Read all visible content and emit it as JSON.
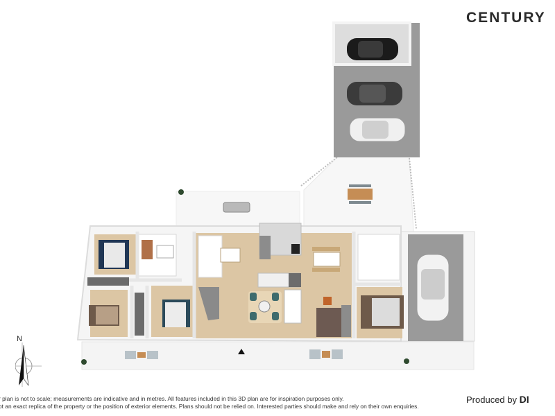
{
  "brand": {
    "logo_text": "CENTURY"
  },
  "compass": {
    "north_label": "N"
  },
  "disclaimer": {
    "line1": "r plan is not to scale; measurements are indicative and in metres. All features included in this 3D plan are for inspiration purposes only.",
    "line2": "ot an exact replica of the property or the position of exterior elements. Plans should not be relied on. Interested parties should make and rely on their own enquiries."
  },
  "producer": {
    "prefix": "Produced by",
    "brand": "DI"
  },
  "colors": {
    "wall": "#f5f5f5",
    "floor_wood": "#dcc6a4",
    "floor_tile": "#ffffff",
    "concrete": "#9a9a9a",
    "paving": "#f4f4f4",
    "navy": "#1f3550",
    "teal": "#3f6b6d"
  }
}
